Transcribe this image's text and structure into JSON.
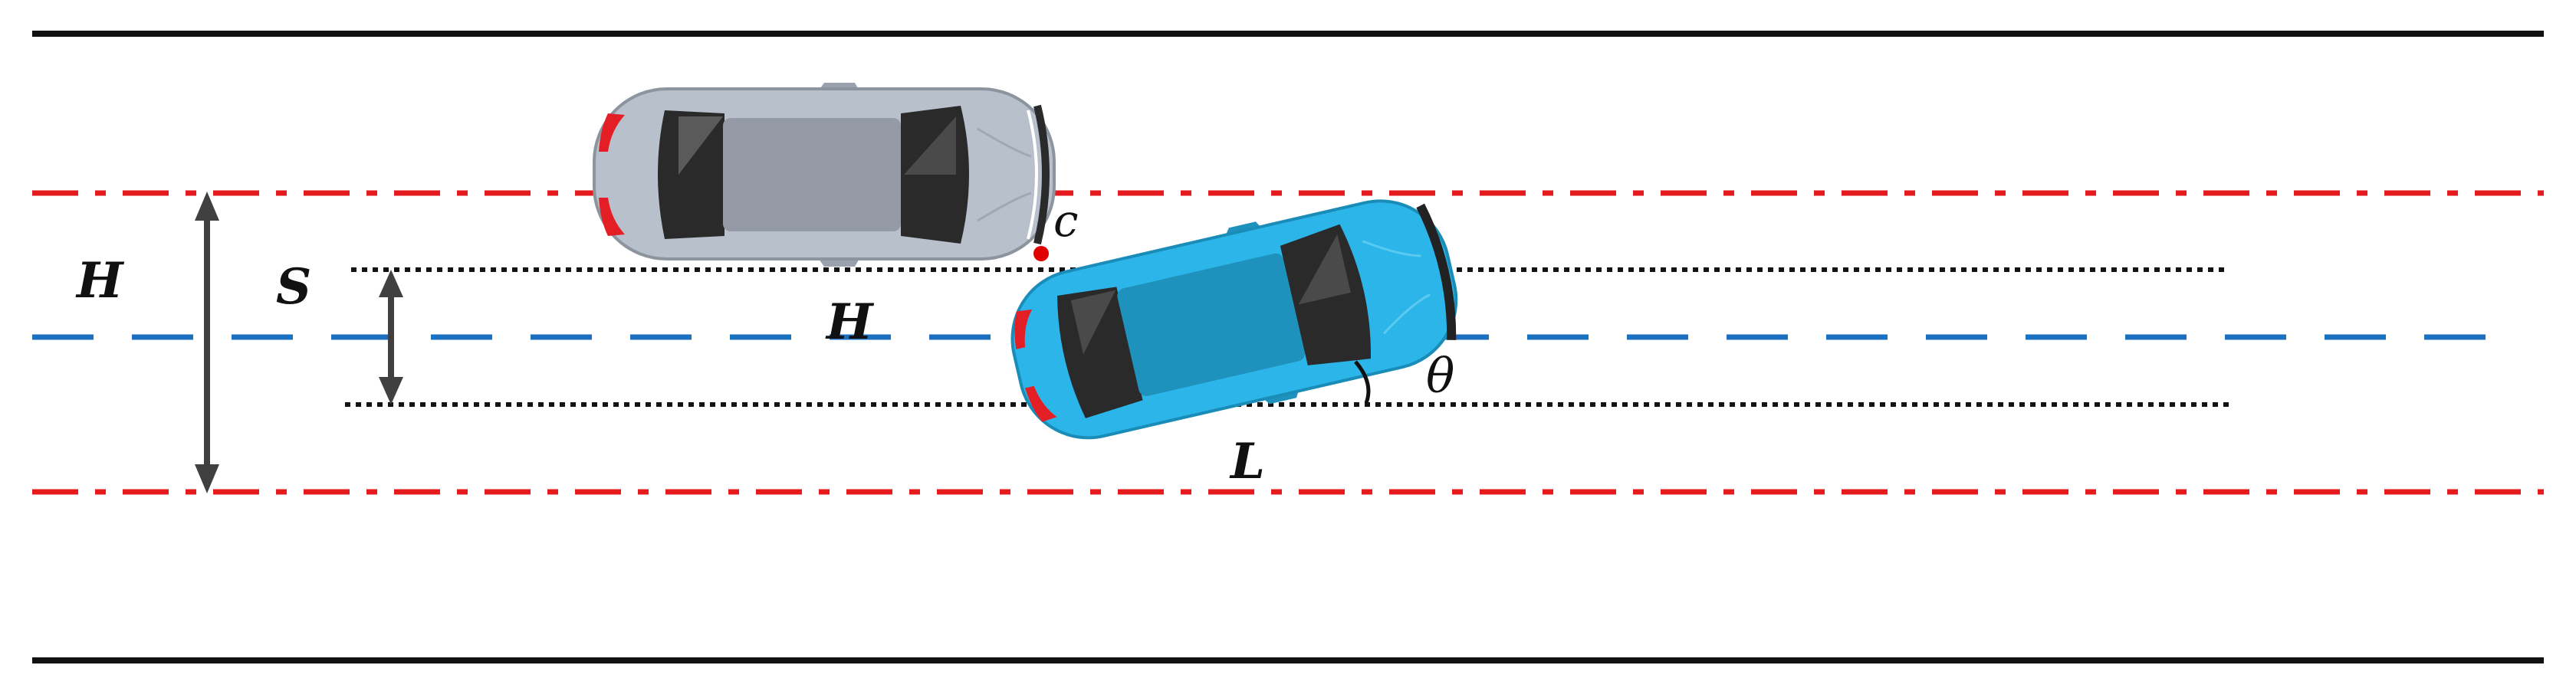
{
  "labels": {
    "outer_width": "H",
    "inner_gap": "S",
    "car_width": "H",
    "car_length": "L",
    "contact_point": "c",
    "angle": "θ"
  },
  "colors": {
    "boundary": "#111111",
    "lane_limit": "#e41a1c",
    "center_line": "#1a6fbf",
    "guide_line": "#111111",
    "arrow": "#404040",
    "contact_dot": "#e00000",
    "car_grey_body": "#b8c0cc",
    "car_grey_roof": "#949ba6",
    "car_blue_body": "#2cb5e8",
    "car_blue_roof": "#1e92bd",
    "glass": "#2a2a2a",
    "taillight": "#e31e24"
  },
  "icons": {
    "grey_car": "sedan-top-view-icon",
    "blue_car": "sedan-top-view-icon"
  }
}
